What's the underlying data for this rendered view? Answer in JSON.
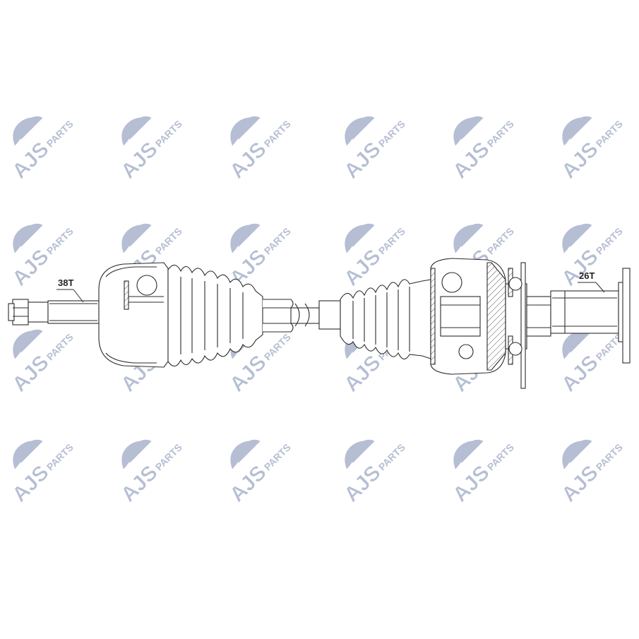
{
  "watermark": {
    "brand": "AJS",
    "suffix": "PARTS",
    "color": "#a9b3cc",
    "rows": 4,
    "cols": 6
  },
  "callouts": {
    "inner_spline": "38T",
    "outer_spline": "26T"
  },
  "colors": {
    "line": "#2b2b2b",
    "hatch": "#555555",
    "paper": "#ffffff"
  }
}
